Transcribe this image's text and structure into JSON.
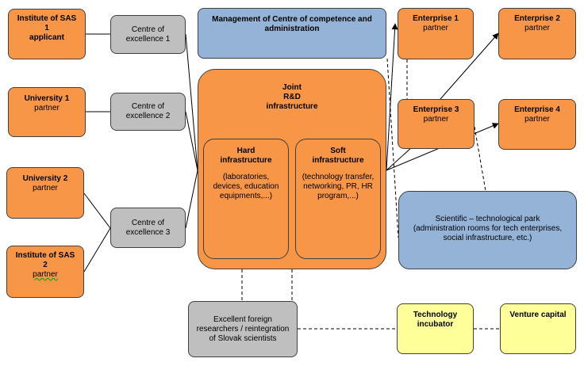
{
  "nodes": {
    "sas1": {
      "name": "Institute of SAS",
      "num": "1",
      "role": "applicant"
    },
    "uni1": {
      "name": "University 1",
      "role": "partner"
    },
    "uni2": {
      "name": "University 2",
      "role": "partner"
    },
    "sas2": {
      "name": "Institute of SAS",
      "num": "2",
      "role": "partner"
    },
    "coe1": {
      "label": "Centre of excellence 1"
    },
    "coe2": {
      "label": "Centre of excellence 2"
    },
    "coe3": {
      "label": "Centre of excellence 3"
    },
    "management": {
      "title": "Management of Centre of competence and administration"
    },
    "joint": {
      "line1": "Joint",
      "line2": "R&D",
      "line3": "infrastructure"
    },
    "hard": {
      "title1": "Hard",
      "title2": "infrastructure",
      "body": "(laboratories, devices, education equipments,...)"
    },
    "soft": {
      "title1": "Soft",
      "title2": "infrastructure",
      "body": "(technology transfer, networking, PR, HR program,...)"
    },
    "ent1": {
      "name": "Enterprise 1",
      "role": "partner"
    },
    "ent2": {
      "name": "Enterprise 2",
      "role": "partner"
    },
    "ent3": {
      "name": "Enterprise 3",
      "role": "partner"
    },
    "ent4": {
      "name": "Enterprise 4",
      "role": "partner"
    },
    "park": {
      "line1": "Scientific – technological park",
      "line2": "(administration rooms for tech enterprises,",
      "line3": "social infrastructure, etc.)"
    },
    "foreign": {
      "label": "Excellent foreign researchers / reintegration of Slovak scientists"
    },
    "incubator": {
      "name": "Technology incubator"
    },
    "venture": {
      "name": "Venture capital"
    }
  },
  "colors": {
    "orange": "#f79646",
    "gray": "#bfbfbf",
    "blue": "#95b3d7",
    "yellow": "#ffff99",
    "border": "#404040",
    "line": "#000000"
  }
}
